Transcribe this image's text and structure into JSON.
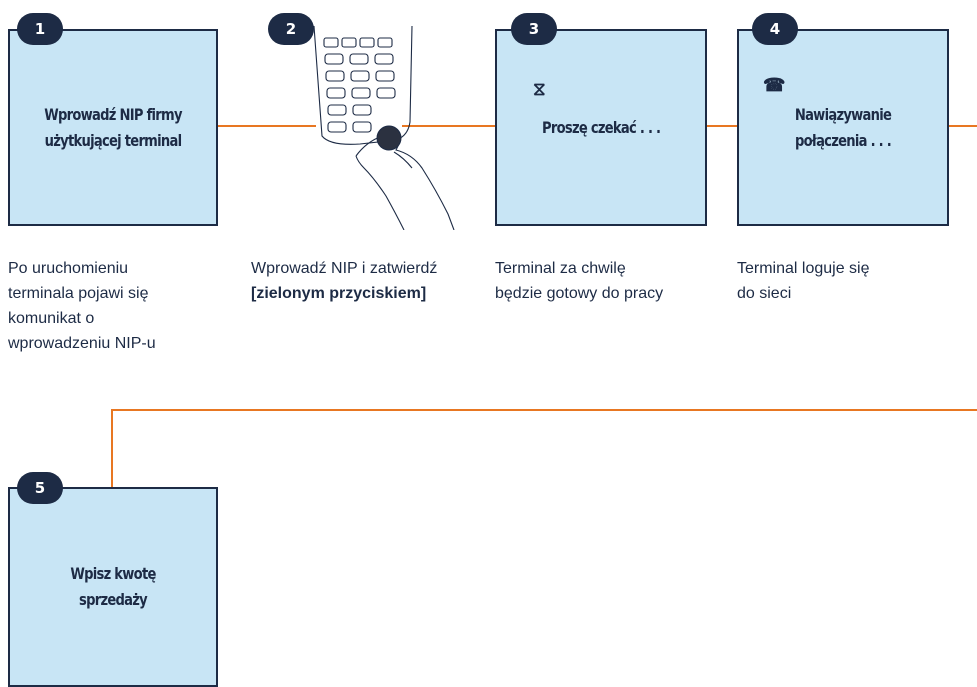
{
  "steps": [
    {
      "number": "1",
      "title": "Wprowadź NIP firmy użytkującej terminal",
      "description": "Po uruchomieniu terminala pojawi się komunikat o wprowadzeniu NIP-u"
    },
    {
      "number": "2",
      "description_prefix": "Wprowadź NIP i zatwierdź ",
      "description_bold": "[zielonym przyciskiem]"
    },
    {
      "number": "3",
      "icon": "hourglass-icon",
      "icon_glyph": "⧖",
      "title": "Proszę czekać . . .",
      "description": "Terminal za chwilę będzie gotowy do pracy"
    },
    {
      "number": "4",
      "icon": "telephone-icon",
      "icon_glyph": "☎",
      "title": "Nawiązywanie połączenia . . .",
      "description": "Terminal loguje się do sieci"
    },
    {
      "number": "5",
      "title": "Wpisz kwotę sprzedaży"
    }
  ],
  "colors": {
    "box_fill": "#c8e5f5",
    "box_border": "#1d2b45",
    "connector": "#e87722",
    "badge": "#1d2b45"
  }
}
